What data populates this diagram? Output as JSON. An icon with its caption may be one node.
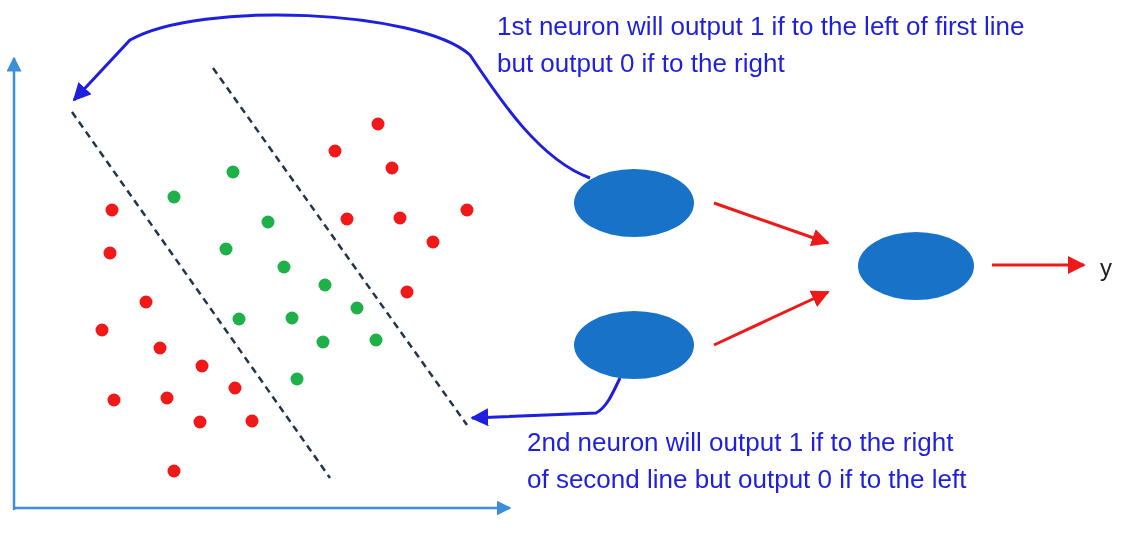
{
  "diagram": {
    "nodes": [
      {
        "text": [],
        "shape": "line"
      },
      {
        "text": [],
        "shape": "line"
      },
      {
        "text": [],
        "shape": "ellipse"
      },
      {
        "text": [],
        "shape": "ellipse"
      },
      {
        "text": [],
        "shape": "ellipse"
      },
      {
        "text": [
          "y"
        ]
      }
    ],
    "edges": [
      {
        "from": 2,
        "to": 0,
        "arrow": "to",
        "color": "#1f1fe0"
      },
      {
        "from": 3,
        "to": 1,
        "arrow": "to",
        "color": "#1f1fe0"
      },
      {
        "from": 2,
        "to": 4,
        "arrow": "to"
      },
      {
        "from": 3,
        "to": 4,
        "arrow": "to"
      },
      {
        "from": 4,
        "to": 5,
        "arrow": "to"
      }
    ],
    "labels": [
      "1st neuron will output 1 if to the left of first line but output 0 if to the right",
      "2nd neuron will output 1 if to the right of second line but output 0 if to the left"
    ]
  }
}
